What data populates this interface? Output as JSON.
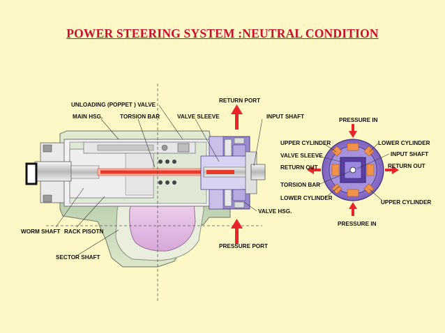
{
  "title": "POWER STEERING SYSTEM :NEUTRAL CONDITION",
  "labels": {
    "unloading_valve": "UNLOADING  (POPPET ) VALVE",
    "main_hsg": "MAIN HSG.",
    "torsion_bar": "TORSION BAR",
    "valve_sleeve": "VALVE SLEEVE",
    "return_port": "RETURN PORT",
    "input_shaft": "INPUT SHAFT",
    "worm_shaft": "WORM SHAFT",
    "rack_piston": "RACK PISOTN",
    "sector_shaft": "SECTOR SHAFT",
    "pressure_port": "PRESSURE PORT",
    "valve_hsg": "VALVE HSG."
  },
  "section": {
    "pressure_in_top": "PRESSURE IN",
    "upper_cylinder_left": "UPPER CYLINDER",
    "valve_sleeve": "VALVE SLEEVE",
    "return_out_left": "RETURN OUT",
    "torsion_bar": "TORSION BAR",
    "lower_cylinder_left": "LOWER CYLINDER",
    "lower_cylinder_right": "LOWER CYLINDER",
    "input_shaft": "INPUT SHAFT",
    "return_out_right": "RETURN OUT",
    "upper_cylinder_right": "UPPER CYLINDER",
    "pressure_in_bottom": "PRESSURE IN"
  },
  "colors": {
    "title": "#c8102e",
    "arrow": "#e8232a",
    "background": "#fdf8c6",
    "valve_body": "#9a8ad2",
    "housing": "#cfd9c4"
  }
}
